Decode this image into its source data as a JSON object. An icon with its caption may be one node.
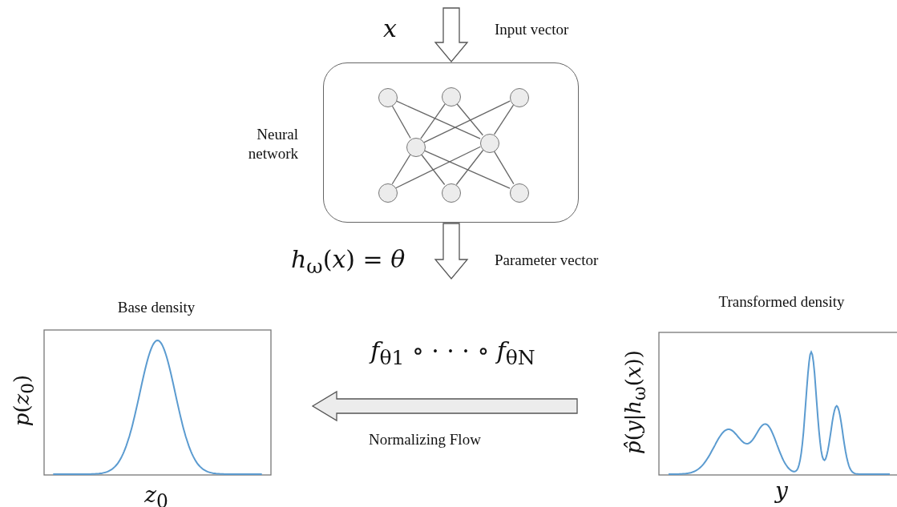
{
  "diagram": {
    "nodes": [
      {
        "text": [
          "Neural network"
        ]
      },
      {
        "text": [],
        "shape": "circle",
        "in": 0
      },
      {
        "text": [],
        "shape": "circle",
        "in": 0
      },
      {
        "text": [],
        "shape": "circle",
        "in": 0
      },
      {
        "text": [],
        "shape": "circle",
        "in": 0
      },
      {
        "text": [],
        "shape": "circle",
        "in": 0
      },
      {
        "text": [],
        "shape": "circle",
        "in": 0
      },
      {
        "text": [],
        "shape": "circle",
        "in": 0
      },
      {
        "text": [],
        "shape": "circle",
        "in": 0
      },
      {
        "text": [
          "Base density"
        ],
        "beside": [
          "*p*(*z*$_{0}$)",
          "*z*$_{0}$"
        ]
      },
      {
        "text": [
          "Transformed density"
        ],
        "beside": [
          "*p̂*(*y*|*h*$_{ω}$(*x*))",
          "*y*"
        ]
      }
    ],
    "edges": [
      {
        "from": 1,
        "to": 4,
        "arrow": "none"
      },
      {
        "from": 1,
        "to": 5,
        "arrow": "none"
      },
      {
        "from": 2,
        "to": 4,
        "arrow": "none"
      },
      {
        "from": 2,
        "to": 5,
        "arrow": "none"
      },
      {
        "from": 3,
        "to": 4,
        "arrow": "none"
      },
      {
        "from": 3,
        "to": 5,
        "arrow": "none"
      },
      {
        "from": 4,
        "to": 6,
        "arrow": "none"
      },
      {
        "from": 4,
        "to": 7,
        "arrow": "none"
      },
      {
        "from": 4,
        "to": 8,
        "arrow": "none"
      },
      {
        "from": 5,
        "to": 6,
        "arrow": "none"
      },
      {
        "from": 5,
        "to": 7,
        "arrow": "none"
      },
      {
        "from": 5,
        "to": 8,
        "arrow": "none"
      },
      {
        "from": null,
        "to": 0,
        "arrow": "to"
      },
      {
        "from": 0,
        "to": null,
        "arrow": "to"
      },
      {
        "from": 10,
        "to": 9,
        "arrow": "to",
        "label": "*f*$_{θ1}$ ∘ · · · ∘ *f*$_{θN}$"
      }
    ],
    "labels": [
      "*x*",
      "Input vector",
      "*h*$_{ω}$(*x*) = *θ*",
      "Parameter vector",
      "Normalizing Flow"
    ]
  }
}
